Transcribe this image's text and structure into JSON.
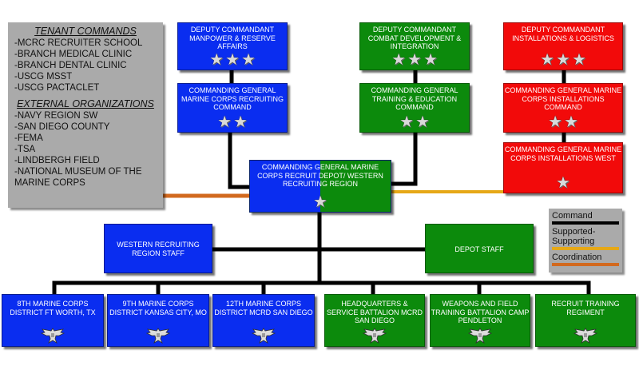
{
  "boxes": {
    "dc_manpower": {
      "label": "DEPUTY COMMANDANT MANPOWER & RESERVE AFFAIRS",
      "stars": 3,
      "color": "blue"
    },
    "cg_recruiting": {
      "label": "COMMANDING GENERAL MARINE CORPS RECRUITING COMMAND",
      "stars": 2,
      "color": "blue"
    },
    "dc_combat": {
      "label": "DEPUTY COMMANDANT COMBAT DEVELOPMENT & INTEGRATION",
      "stars": 3,
      "color": "green"
    },
    "cg_training": {
      "label": "COMMANDING GENERAL TRAINING & EDUCATION COMMAND",
      "stars": 2,
      "color": "green"
    },
    "dc_installations": {
      "label": "DEPUTY COMMANDANT INSTALLATIONS & LOGISTICS",
      "stars": 3,
      "color": "red"
    },
    "cg_installations_cmd": {
      "label": "COMMANDING GENERAL MARINE CORPS INSTALLATIONS COMMAND",
      "stars": 2,
      "color": "red"
    },
    "cg_installations_west": {
      "label": "COMMANDING GENERAL MARINE CORPS INSTALLATIONS WEST",
      "stars": 1,
      "color": "red"
    },
    "cg_depot": {
      "label": "COMMANDING GENERAL MARINE CORPS RECRUIT DEPOT/ WESTERN RECRUITING REGION",
      "stars": 1,
      "color": "blue-green"
    },
    "wrr_staff": {
      "label": "WESTERN RECRUITING REGION STAFF",
      "color": "blue"
    },
    "depot_staff": {
      "label": "DEPOT STAFF",
      "color": "green"
    },
    "district_8": {
      "label": "8TH MARINE CORPS DISTRICT FT WORTH, TX",
      "color": "blue"
    },
    "district_9": {
      "label": "9TH MARINE CORPS DISTRICT KANSAS CITY, MO",
      "color": "blue"
    },
    "district_12": {
      "label": "12TH MARINE CORPS DISTRICT MCRD SAN DIEGO",
      "color": "blue"
    },
    "hq_service_bn": {
      "label": "HEADQUARTERS & SERVICE BATTALION MCRD SAN DIEGO",
      "color": "green"
    },
    "weapons_field_bn": {
      "label": "WEAPONS AND FIELD TRAINING BATTALION CAMP PENDLETON",
      "color": "green"
    },
    "recruit_training_regt": {
      "label": "RECRUIT TRAINING REGIMENT",
      "color": "green"
    }
  },
  "tenant_panel": {
    "tenant_header": "TENANT COMMANDS",
    "tenant_items": [
      "-MCRC RECRUITER SCHOOL",
      "-BRANCH MEDICAL CLINIC",
      "-BRANCH DENTAL CLINIC",
      "-USCG MSST",
      "-USCG PACTACLET"
    ],
    "external_header": "EXTERNAL ORGANIZATIONS",
    "external_items": [
      "-NAVY REGION SW",
      "-SAN DIEGO COUNTY",
      "-FEMA",
      "-TSA",
      "-LINDBERGH FIELD",
      "-NATIONAL MUSEUM OF THE MARINE CORPS"
    ]
  },
  "legend": {
    "items": [
      {
        "label": "Command",
        "color": "#000000"
      },
      {
        "label": "Supported-Supporting",
        "color": "#e6a817"
      },
      {
        "label": "Coordination",
        "color": "#d2691e"
      }
    ]
  },
  "colors": {
    "blue": "#0a2df0",
    "green": "#0c8a0c",
    "red": "#f20a0a",
    "command": "#000000",
    "supported": "#e6a817",
    "coordination": "#d2691e",
    "panel": "#aaaaaa"
  },
  "icons": {
    "star": "general-star-icon",
    "eagle": "colonel-eagle-icon"
  }
}
